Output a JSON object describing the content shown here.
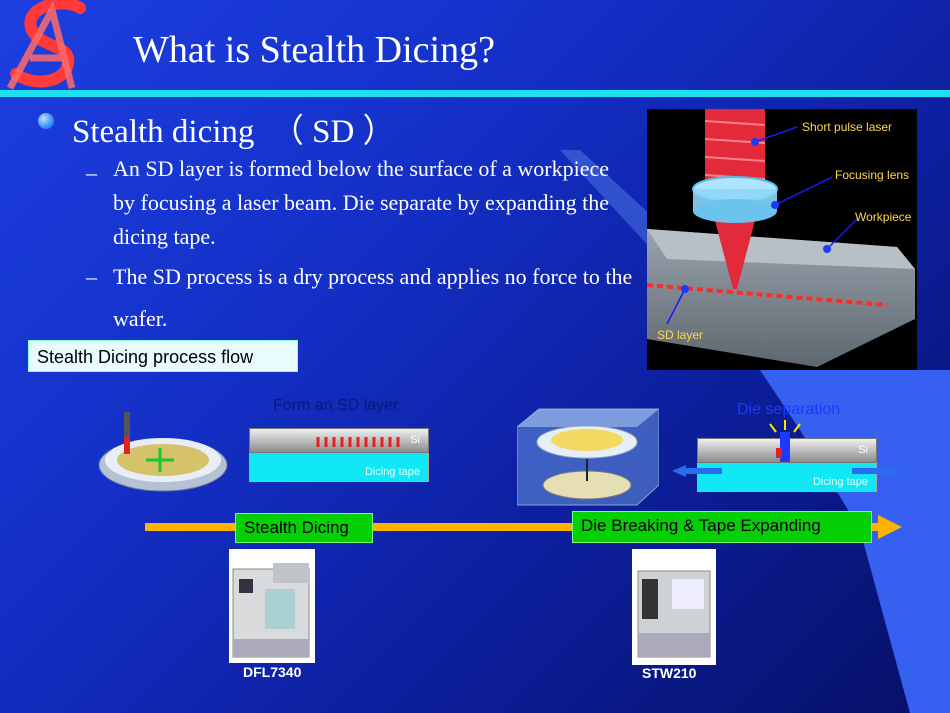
{
  "title": "What is Stealth Dicing?",
  "bullet": "Stealth dicing　（ SD ）",
  "sub_bullets": [
    "An SD layer is formed below the surface of a workpiece by focusing a laser beam. Die separate by expanding the dicing tape.",
    "The SD process is a dry process and applies no force to the wafer."
  ],
  "dash": "–",
  "laser_diagram": {
    "short_pulse_laser": "Short pulse laser",
    "focusing_lens": "Focusing lens",
    "workpiece": "Workpiece",
    "sd_layer": "SD layer"
  },
  "process_flow_label": "Stealth Dicing process flow",
  "stage1": {
    "label": "Form an SD layer",
    "si": "Si",
    "tape": "Dicing tape"
  },
  "stage2": {
    "label": "Die separation",
    "si": "Si",
    "tape": "Dicing tape"
  },
  "timeline": {
    "step1": "Stealth Dicing",
    "step2": "Die Breaking & Tape Expanding"
  },
  "machines": {
    "m1": "DFL7340",
    "m2": "STW210"
  },
  "colors": {
    "accent_cyan": "#1ee0f0",
    "step_green": "#05d005",
    "timeline_orange": "#ffb300"
  }
}
